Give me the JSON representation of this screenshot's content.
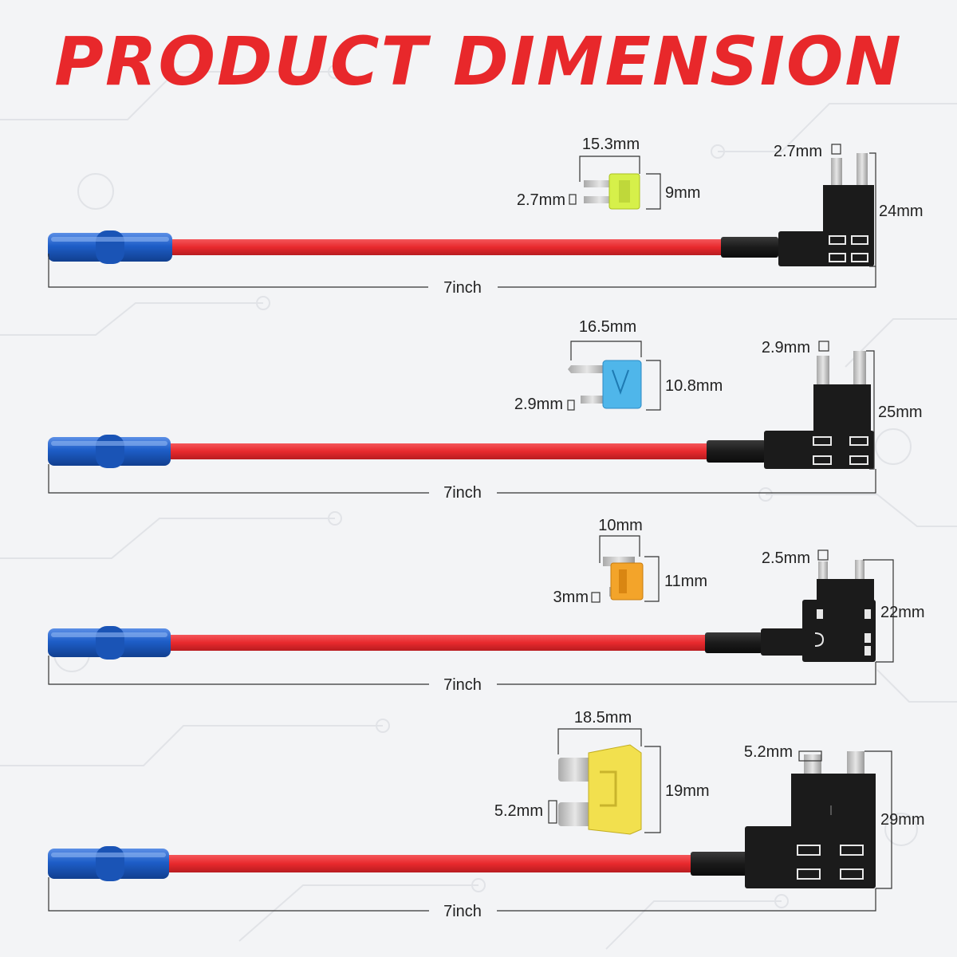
{
  "title": "PRODUCT DIMENSION",
  "colors": {
    "title": "#e8282b",
    "wire": "#e8292d",
    "terminal": "#1e5ec8",
    "holder": "#1b1b1b",
    "fuse_micro2": "#d6f04a",
    "fuse_mini": "#4fb6ea",
    "fuse_micro3": "#f3a42a",
    "fuse_standard": "#f2e04e"
  },
  "rows": [
    {
      "name": "micro2",
      "length_label": "7inch",
      "fuse": {
        "width_label": "15.3mm",
        "height_label": "9mm",
        "blade_label": "2.7mm",
        "color_key": "fuse_micro2"
      },
      "holder": {
        "blade_label": "2.7mm",
        "height_label": "24mm"
      }
    },
    {
      "name": "mini",
      "length_label": "7inch",
      "fuse": {
        "width_label": "16.5mm",
        "height_label": "10.8mm",
        "blade_label": "2.9mm",
        "color_key": "fuse_mini"
      },
      "holder": {
        "blade_label": "2.9mm",
        "height_label": "25mm"
      }
    },
    {
      "name": "micro3",
      "length_label": "7inch",
      "fuse": {
        "width_label": "10mm",
        "height_label": "11mm",
        "blade_label": "3mm",
        "color_key": "fuse_micro3"
      },
      "holder": {
        "blade_label": "2.5mm",
        "height_label": "22mm"
      }
    },
    {
      "name": "standard",
      "length_label": "7inch",
      "fuse": {
        "width_label": "18.5mm",
        "height_label": "19mm",
        "blade_label": "5.2mm",
        "color_key": "fuse_standard"
      },
      "holder": {
        "blade_label": "5.2mm",
        "height_label": "29mm"
      }
    }
  ]
}
